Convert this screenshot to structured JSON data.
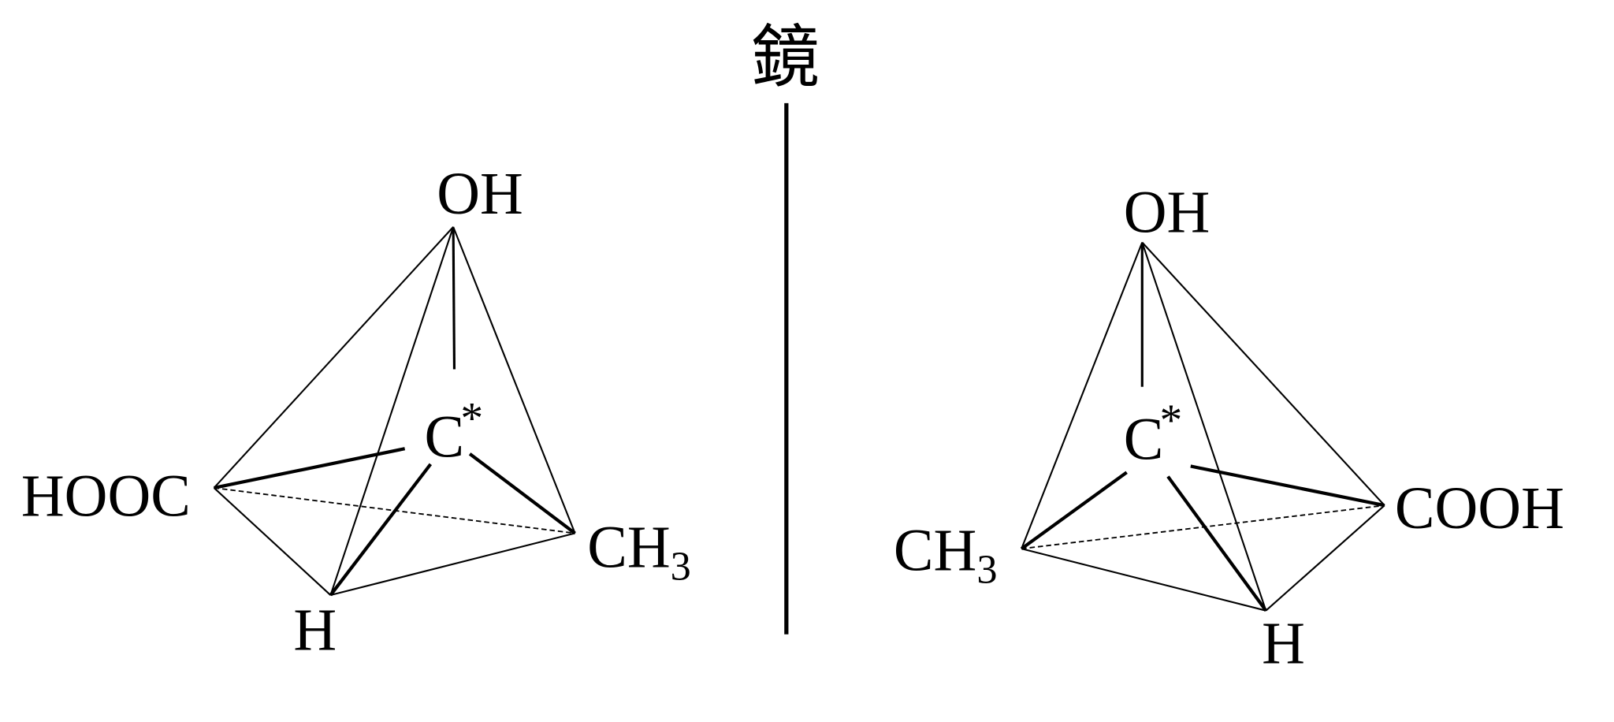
{
  "mirror": {
    "label": "鏡"
  },
  "left_molecule": {
    "top": "OH",
    "center": "C",
    "center_mark": "*",
    "left": "HOOC",
    "right_main": "CH",
    "right_sub": "3",
    "bottom": "H"
  },
  "right_molecule": {
    "top": "OH",
    "center": "C",
    "center_mark": "*",
    "left_main": "CH",
    "left_sub": "3",
    "right": "COOH",
    "bottom": "H"
  }
}
